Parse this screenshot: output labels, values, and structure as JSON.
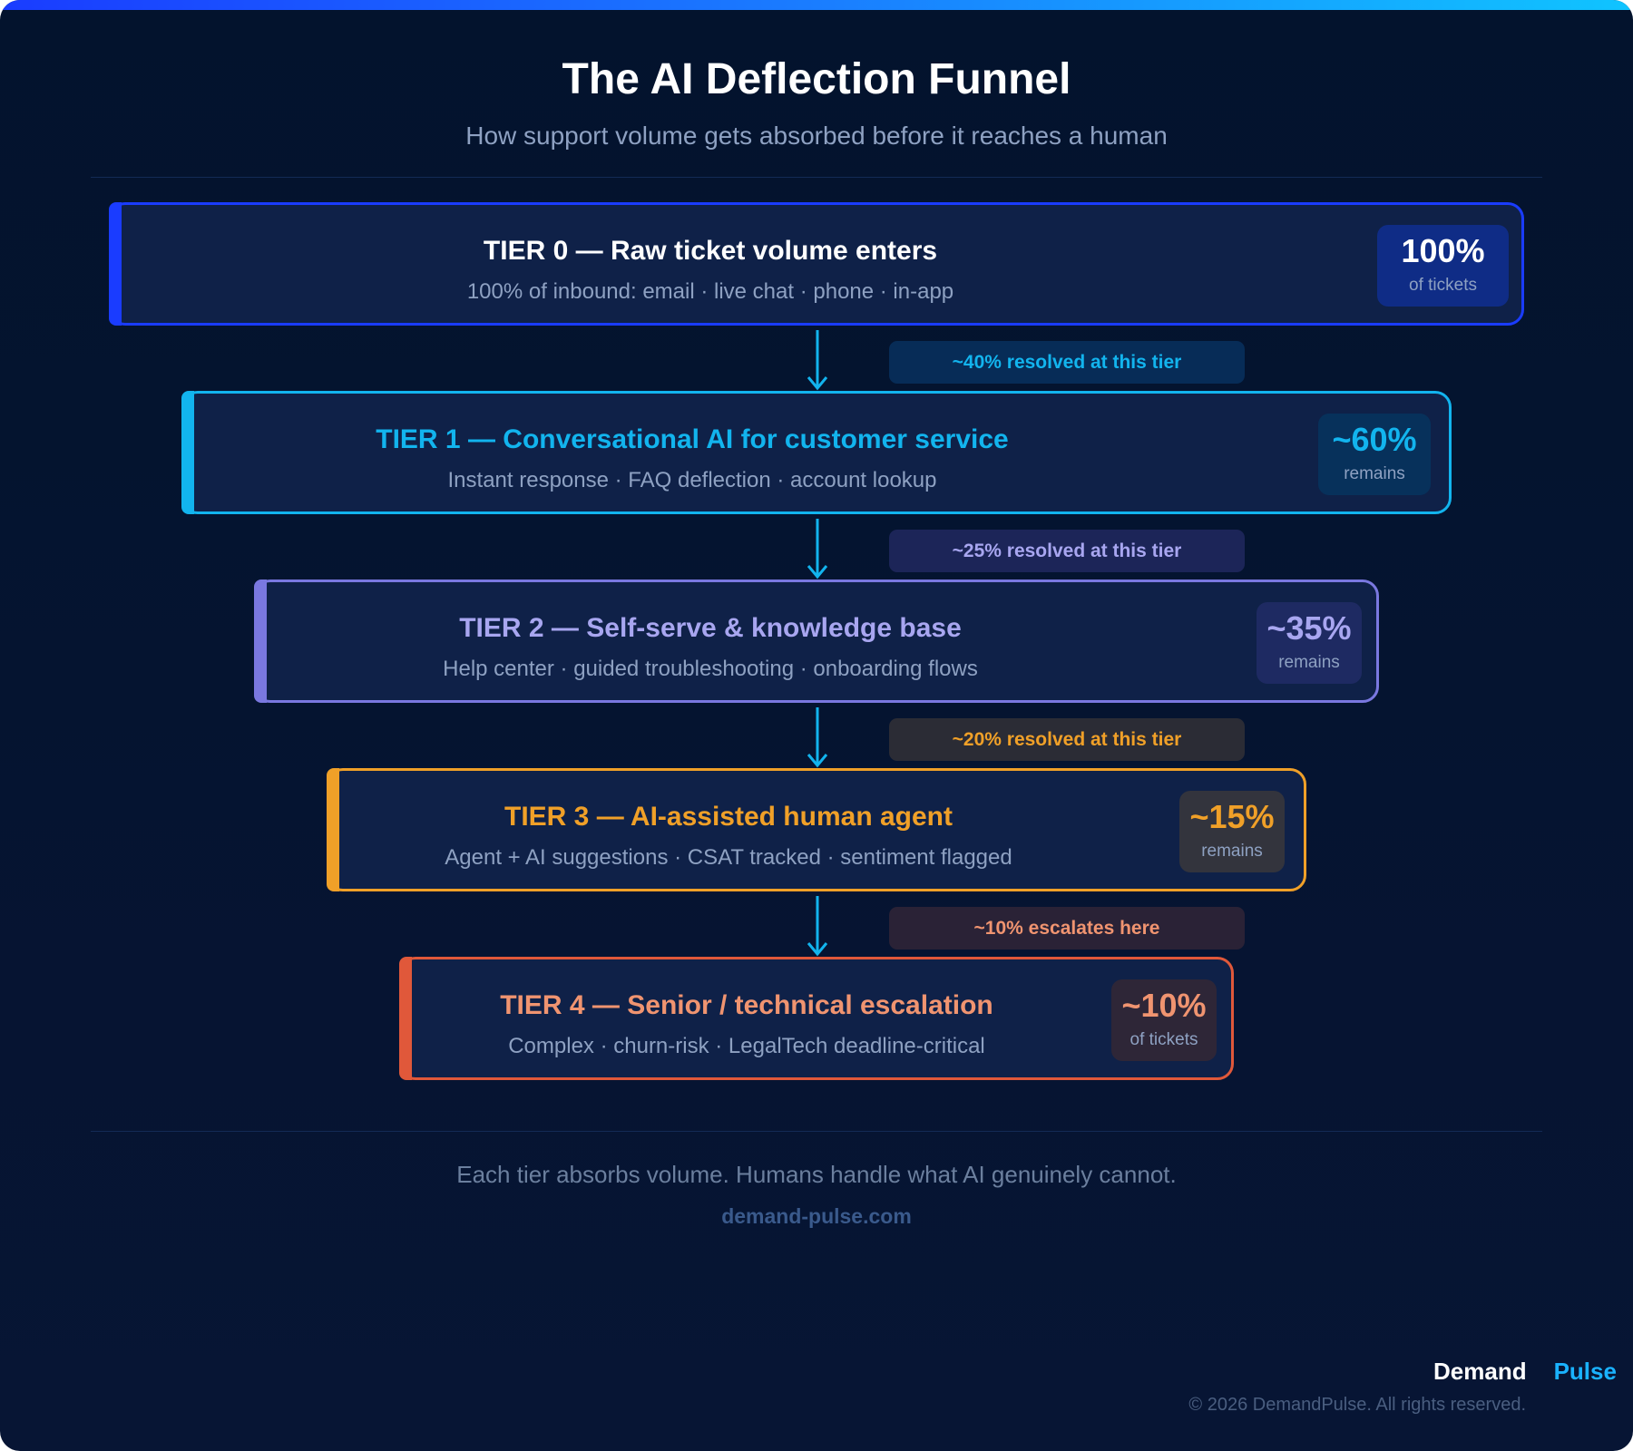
{
  "header": {
    "title": "The AI Deflection Funnel",
    "subtitle": "How support volume gets absorbed before it reaches a human"
  },
  "colors": {
    "tier0": "#1a3cff",
    "tier1": "#12b4ee",
    "tier2": "#7a78e0",
    "tier3": "#f0a028",
    "tier4": "#e0583a",
    "arrow": "#12b4ee"
  },
  "tiers": [
    {
      "title": "TIER 0 — Raw ticket volume enters",
      "desc": "100% of inbound: email · live chat · phone · in-app",
      "pct": "100%",
      "pct_label": "of tickets"
    },
    {
      "title": "TIER 1 — Conversational AI for customer service",
      "desc": "Instant response · FAQ deflection · account lookup",
      "pct": "~60%",
      "pct_label": "remains"
    },
    {
      "title": "TIER 2 — Self-serve & knowledge base",
      "desc": "Help center · guided troubleshooting · onboarding flows",
      "pct": "~35%",
      "pct_label": "remains"
    },
    {
      "title": "TIER 3 — AI-assisted human agent",
      "desc": "Agent + AI suggestions · CSAT tracked · sentiment flagged",
      "pct": "~15%",
      "pct_label": "remains"
    },
    {
      "title": "TIER 4 — Senior / technical escalation",
      "desc": "Complex · churn-risk · LegalTech deadline-critical",
      "pct": "~10%",
      "pct_label": "of tickets"
    }
  ],
  "transitions": [
    "~40% resolved at this tier",
    "~25% resolved at this tier",
    "~20% resolved at this tier",
    "~10% escalates here"
  ],
  "footer": {
    "tagline": "Each tier absorbs volume. Humans handle what AI genuinely cannot.",
    "url": "demand-pulse.com",
    "brand_part1": "Demand",
    "brand_part2": "Pulse",
    "copyright": "© 2026 DemandPulse. All rights reserved."
  }
}
